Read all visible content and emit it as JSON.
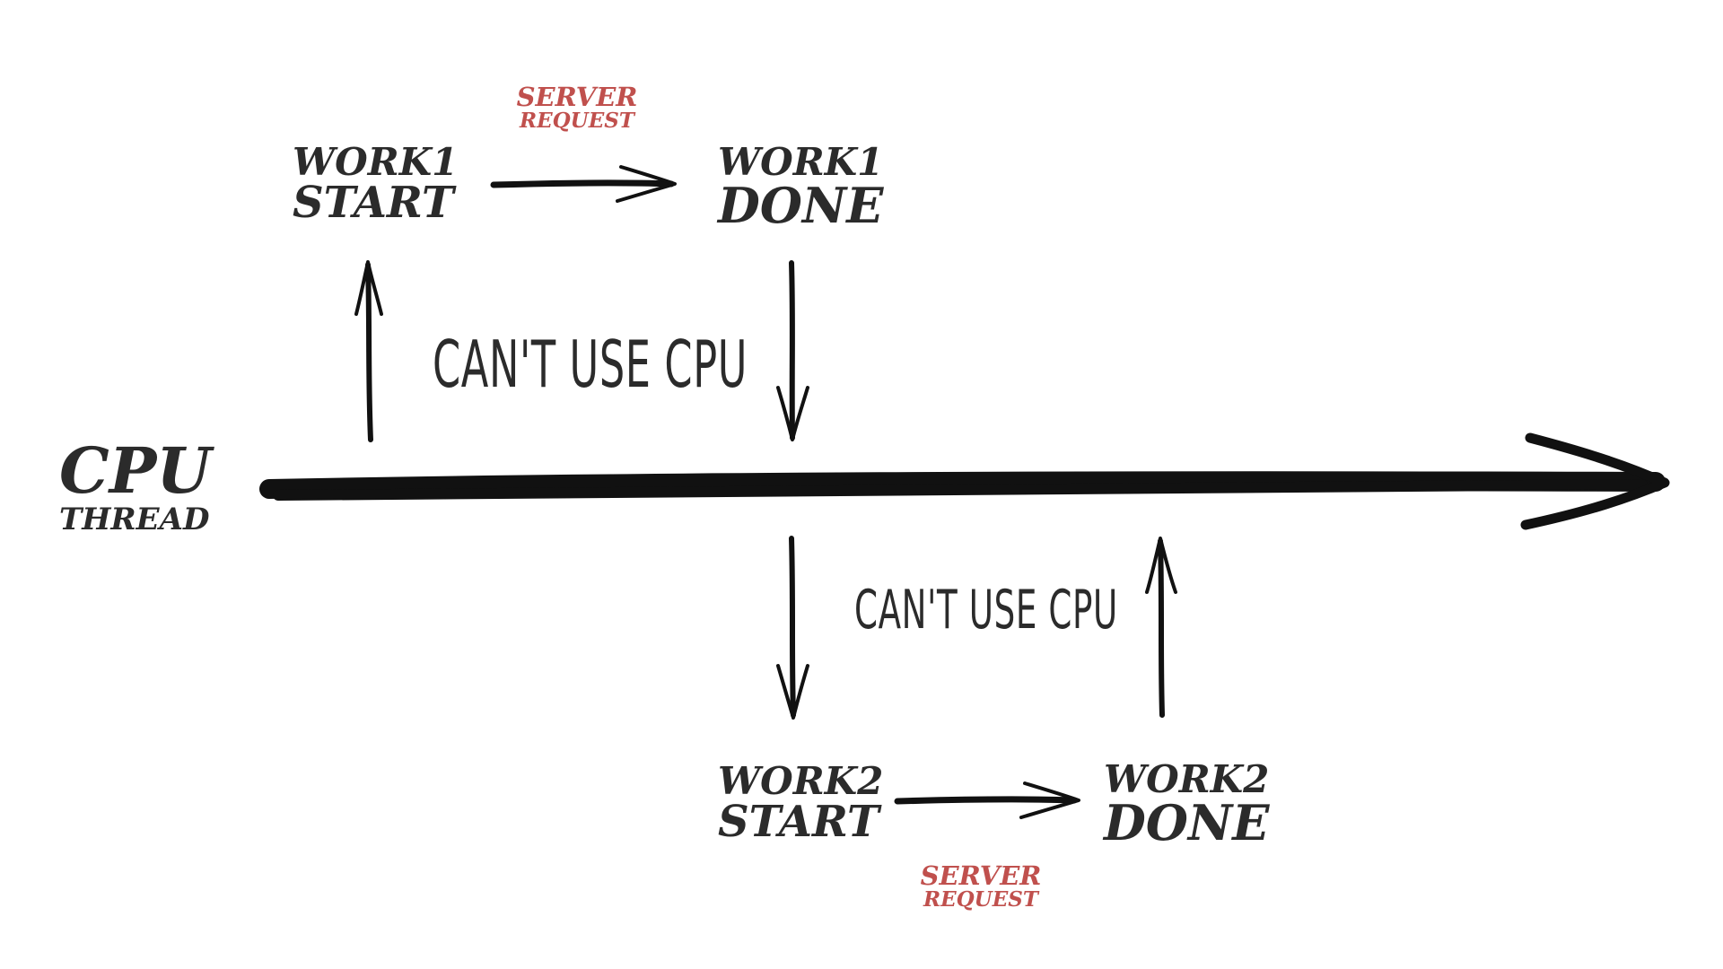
{
  "colors": {
    "ink": "#111111",
    "text": "#2b2b2b",
    "accent_red": "#c0504d",
    "background": "#ffffff"
  },
  "cpu_thread": {
    "line1": "CPU",
    "line2": "THREAD"
  },
  "work1_start": {
    "line1": "WORK1",
    "line2": "START"
  },
  "work1_done": {
    "line1": "WORK1",
    "line2": "DONE"
  },
  "work2_start": {
    "line1": "WORK2",
    "line2": "START"
  },
  "work2_done": {
    "line1": "WORK2",
    "line2": "DONE"
  },
  "server_request_top": {
    "line1": "SERVER",
    "line2": "REQUEST"
  },
  "server_request_bottom": {
    "line1": "SERVER",
    "line2": "REQUEST"
  },
  "cant_use_cpu_top": "CAN'T USE CPU",
  "cant_use_cpu_bottom": "CAN'T USE CPU"
}
